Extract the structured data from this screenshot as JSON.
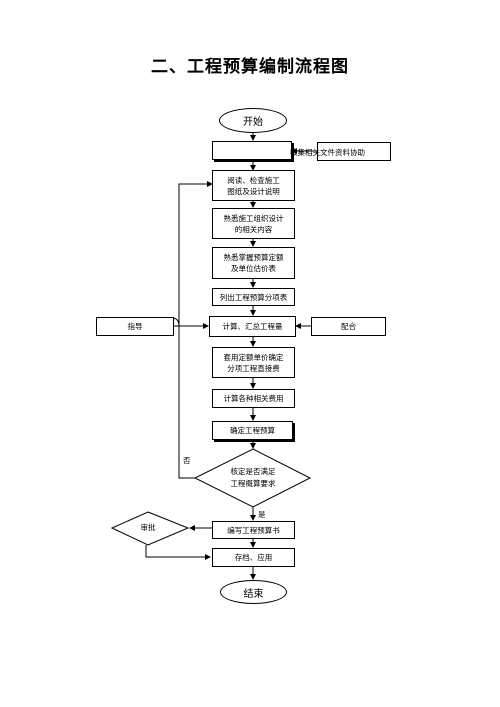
{
  "title": "二、工程预算编制流程图",
  "flow": {
    "start": "开始",
    "collect_box": "",
    "collect_label": "收集相关文件资料协助",
    "step_read": [
      "阅读、检查施工",
      "图纸及设计说明"
    ],
    "step_org": [
      "熟悉施工组织设计",
      "的相关内容"
    ],
    "step_quota": [
      "熟悉掌握预算定额",
      "及单位估价表"
    ],
    "step_list": "列出工程预算分项表",
    "step_calc": "计算、汇总工程量",
    "guide": "指导",
    "cooperate": "配合",
    "step_apply": [
      "套用定额单价确定",
      "分项工程直接费"
    ],
    "step_fees": "计算各种相关费用",
    "step_confirm": "确定工程预算",
    "decision": [
      "核定是否满足",
      "工程概算要求"
    ],
    "no_label": "否",
    "yes_label": "是",
    "step_write": "编写工程预算书",
    "approve": "审批",
    "step_archive": "存档、应用",
    "end": "结束"
  }
}
